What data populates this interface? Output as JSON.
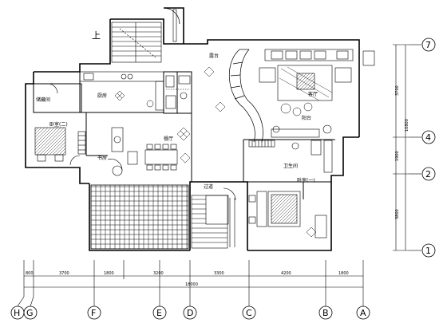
{
  "room_labels": {
    "kitchen": "厨房",
    "utility": "储藏间",
    "bedroom_b": "卧室(二)",
    "dining": "餐厅",
    "living": "客厅",
    "study": "书房",
    "bedroom_a": "卧室(一)",
    "terrace": "露台",
    "stair_up": "上",
    "balcony": "阳台",
    "hall": "过道",
    "wc": "卫生间"
  },
  "right_dims": [
    "3700",
    "10800",
    "1900",
    "3800"
  ],
  "bottom_dims": [
    "800",
    "3700",
    "1800",
    "3200",
    "3300",
    "4200",
    "1800"
  ],
  "bottom_total": "18000",
  "row_axes": [
    "7",
    "4",
    "2",
    "1"
  ],
  "col_axes": [
    "H",
    "G",
    "F",
    "E",
    "D",
    "C",
    "B",
    "A"
  ]
}
